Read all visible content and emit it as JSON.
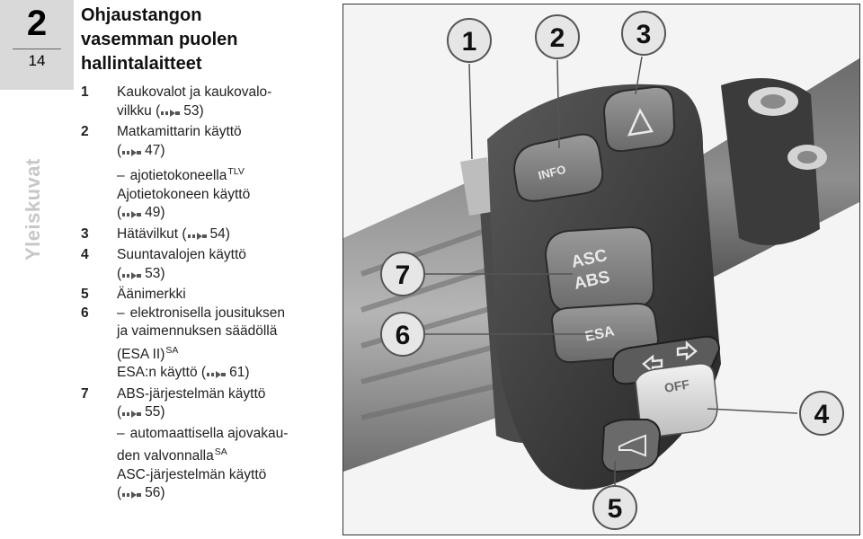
{
  "chapter": {
    "number": "2",
    "page": "14",
    "section": "Yleiskuvat"
  },
  "title_lines": [
    "Ohjaustangon",
    "vasemman puolen",
    "hallintalaitteet"
  ],
  "items": [
    {
      "num": "1",
      "lines": [
        {
          "text": "Kaukovalot ja kaukovalo-"
        },
        {
          "text": "vilkku (",
          "ref": "53)"
        }
      ]
    },
    {
      "num": "2",
      "lines": [
        {
          "text": "Matkamittarin käyttö"
        },
        {
          "text": "(",
          "ref": "47)"
        },
        {
          "dash": true,
          "text": "ajotietokoneella",
          "sup": "TLV"
        },
        {
          "text": "Ajotietokoneen käyttö"
        },
        {
          "text": "(",
          "ref": "49)"
        }
      ]
    },
    {
      "num": "3",
      "lines": [
        {
          "text": "Hätävilkut (",
          "ref": "54)"
        }
      ]
    },
    {
      "num": "4",
      "lines": [
        {
          "text": "Suuntavalojen käyttö"
        },
        {
          "text": "(",
          "ref": "53)"
        }
      ]
    },
    {
      "num": "5",
      "lines": [
        {
          "text": "Äänimerkki"
        }
      ]
    },
    {
      "num": "6",
      "lines": [
        {
          "dash": true,
          "text": "elektronisella jousituksen"
        },
        {
          "text": "ja vaimennuksen säädöllä"
        },
        {
          "text": "(ESA II)",
          "sup": "SA"
        },
        {
          "text": "ESA:n käyttö (",
          "ref": "61)"
        }
      ]
    },
    {
      "num": "7",
      "lines": [
        {
          "text": "ABS-järjestelmän käyttö"
        },
        {
          "text": "(",
          "ref": "55)"
        },
        {
          "dash": true,
          "text": "automaattisella ajovakau-"
        },
        {
          "text": "den valvonnalla",
          "sup": "SA"
        },
        {
          "text": "ASC-järjestelmän käyttö"
        },
        {
          "text": "(",
          "ref": "56)"
        }
      ]
    }
  ],
  "photo": {
    "callouts": [
      "1",
      "2",
      "3",
      "4",
      "5",
      "6",
      "7"
    ],
    "buttons": {
      "info": "INFO",
      "asc": "ASC",
      "abs": "ABS",
      "esa": "ESA",
      "off": "OFF"
    },
    "icons": [
      "hazard-triangle-icon",
      "turn-arrows-icon",
      "horn-icon"
    ]
  }
}
